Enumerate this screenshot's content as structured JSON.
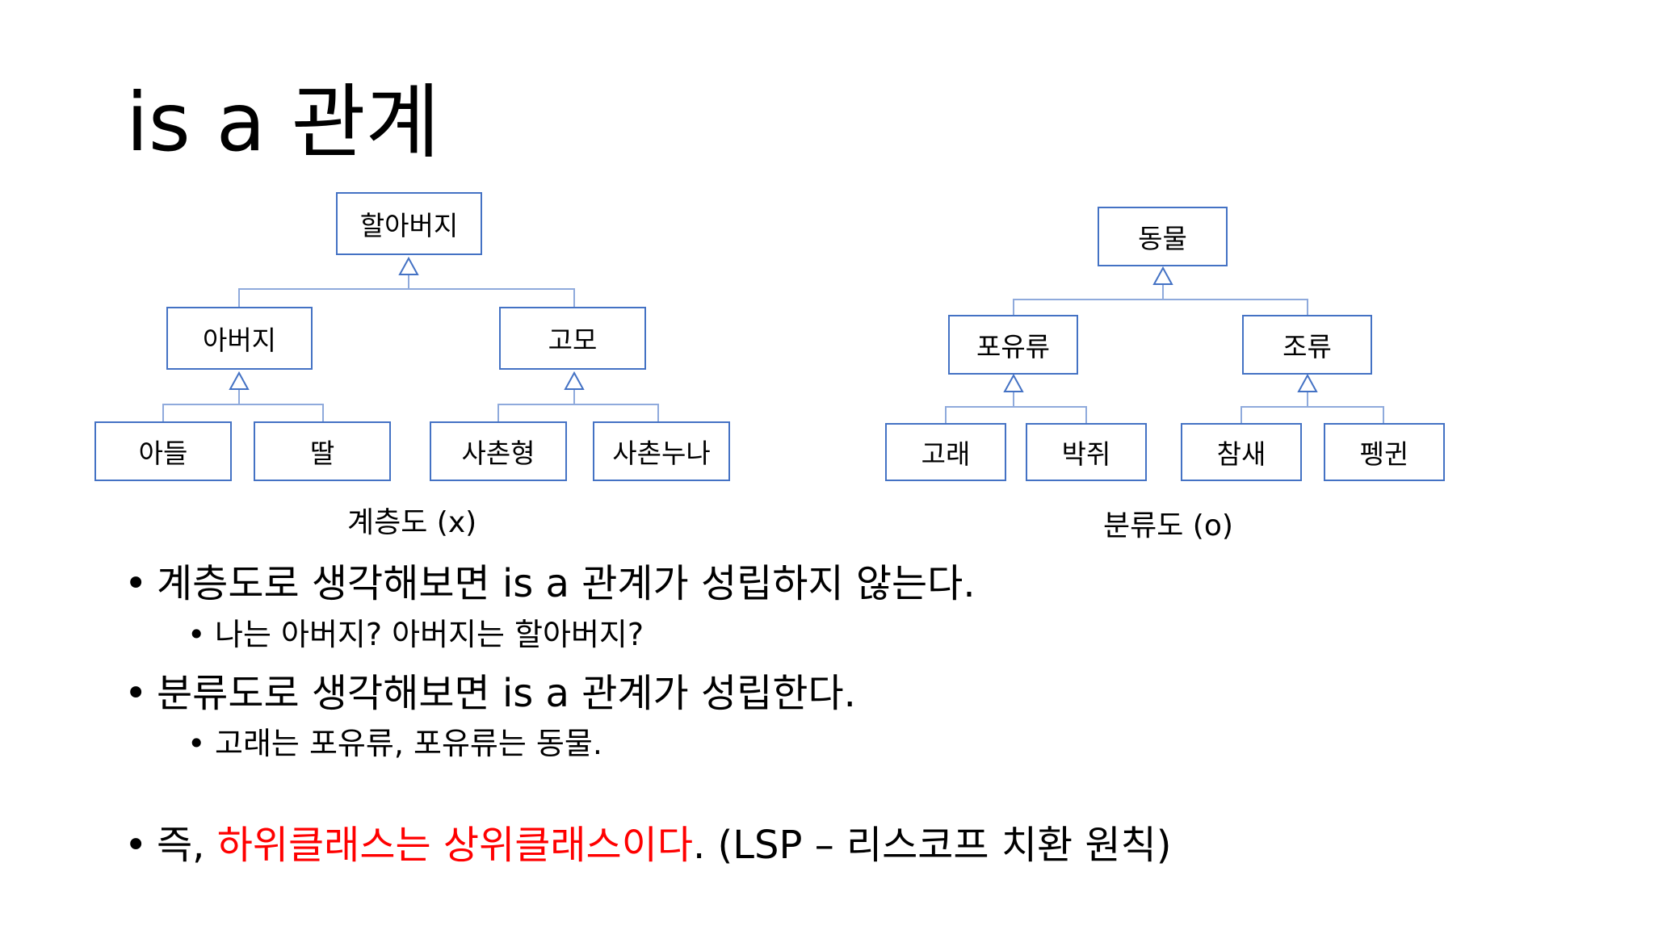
{
  "slide": {
    "title": "is a 관계"
  },
  "diagrams": {
    "hierarchy": {
      "nodes": {
        "grandfather": "할아버지",
        "father": "아버지",
        "aunt": "고모",
        "son": "아들",
        "daughter": "딸",
        "elder_cousin_brother": "사촌형",
        "elder_cousin_sister": "사촌누나"
      },
      "caption": "계층도 (x)"
    },
    "classification": {
      "nodes": {
        "animal": "동물",
        "mammal": "포유류",
        "bird": "조류",
        "whale": "고래",
        "bat": "박쥐",
        "sparrow": "참새",
        "penguin": "펭귄"
      },
      "caption": "분류도 (o)"
    }
  },
  "bullets": {
    "b1": "계층도로 생각해보면 is a 관계가 성립하지 않는다.",
    "b1_sub": "나는 아버지? 아버지는 할아버지?",
    "b2": "분류도로 생각해보면 is a 관계가 성립한다.",
    "b2_sub": "고래는 포유류, 포유류는 동물.",
    "b3_prefix": "즉, ",
    "b3_highlight": "하위클래스는 상위클래스이다",
    "b3_suffix": ". (LSP – 리스코프 치환 원칙)"
  },
  "colors": {
    "node_border": "#4472C4",
    "connector": "#8FAADC",
    "highlight": "#FF0000"
  }
}
